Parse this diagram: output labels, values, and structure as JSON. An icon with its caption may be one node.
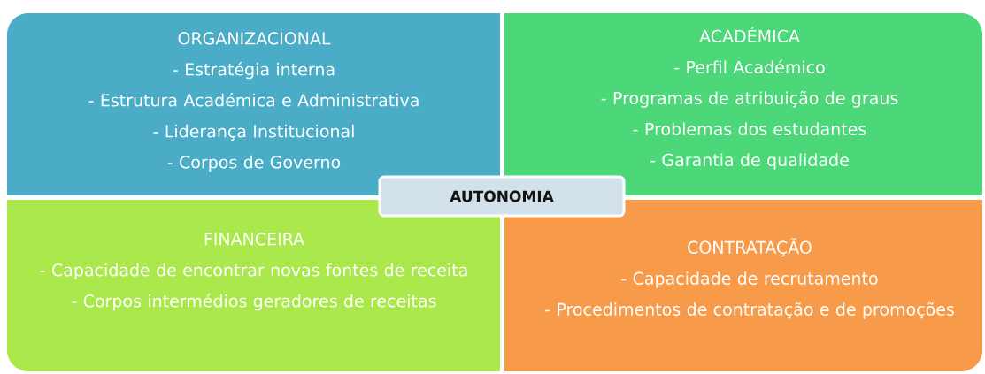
{
  "diagram": {
    "nodes": [
      {
        "text": [
          "ORGANIZACIONAL",
          "- Estratégia interna",
          "- Estrutura Académica e Administrativa",
          "- Liderança Institucional",
          "- Corpos de Governo"
        ]
      },
      {
        "text": [
          "ACADÉMICA",
          "- Perfil Académico",
          "- Programas de atribuição de graus",
          "- Problemas dos estudantes",
          "- Garantia de qualidade"
        ]
      },
      {
        "text": [
          "AUTONOMIA"
        ]
      },
      {
        "text": [
          "FINANCEIRA",
          "- Capacidade de encontrar novas fontes de receita",
          "- Corpos intermédios geradores de receitas"
        ]
      },
      {
        "text": [
          "CONTRATAÇÃO",
          "- Capacidade de recrutamento",
          "- Procedimentos de contratação e de promoções"
        ]
      }
    ]
  }
}
